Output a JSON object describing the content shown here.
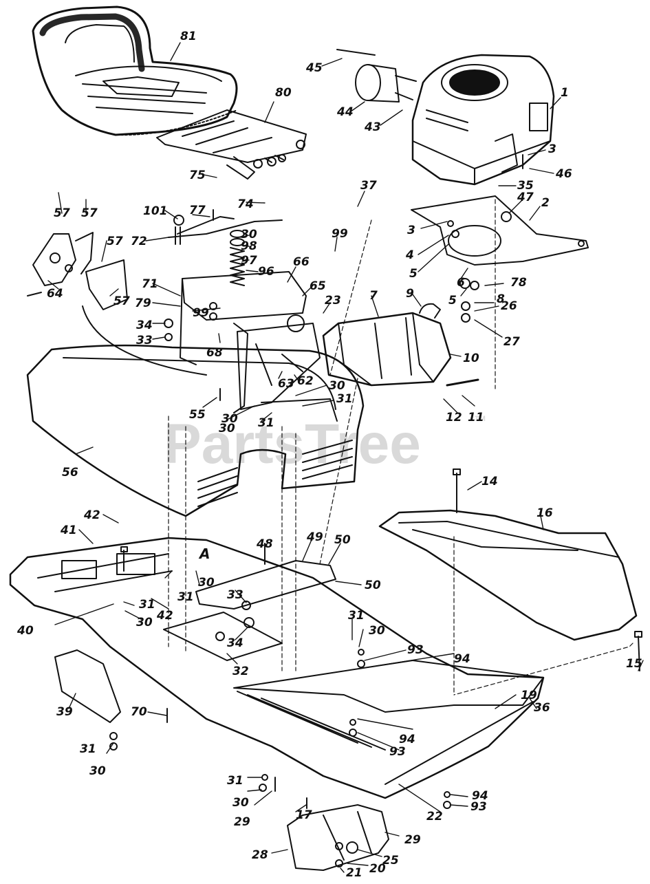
{
  "watermark": "PartsTree",
  "watermark_tm": "TM",
  "section_marker": "A",
  "labels": [
    "81",
    "80",
    "75",
    "74",
    "45",
    "44",
    "43",
    "1",
    "3",
    "46",
    "35",
    "47",
    "2",
    "37",
    "101",
    "77",
    "72",
    "30",
    "98",
    "97",
    "96",
    "66",
    "99",
    "3",
    "4",
    "5",
    "6",
    "5",
    "78",
    "8",
    "26",
    "27",
    "9",
    "7",
    "10",
    "11",
    "12",
    "57",
    "57",
    "57",
    "57",
    "64",
    "71",
    "79",
    "99",
    "68",
    "65",
    "23",
    "34",
    "33",
    "55",
    "31",
    "30",
    "30",
    "62",
    "63",
    "30",
    "31",
    "56",
    "14",
    "16",
    "15",
    "42",
    "41",
    "48",
    "49",
    "50",
    "50",
    "31",
    "30",
    "31",
    "42",
    "40",
    "30",
    "33",
    "34",
    "32",
    "31",
    "30",
    "93",
    "94",
    "19",
    "36",
    "39",
    "70",
    "31",
    "30",
    "94",
    "93",
    "31",
    "30",
    "29",
    "17",
    "94",
    "93",
    "22",
    "29",
    "28",
    "25",
    "20",
    "21"
  ]
}
